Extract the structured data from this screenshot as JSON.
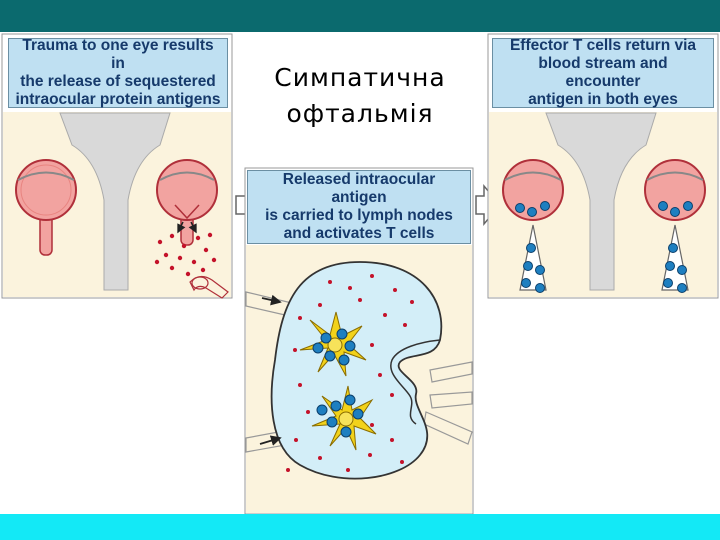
{
  "slide": {
    "title_line1": "Симпатична",
    "title_line2": "офтальмія"
  },
  "panels": {
    "left": {
      "caption_lines": [
        "Trauma to one eye results in",
        "the release of sequestered",
        "intraocular protein antigens"
      ]
    },
    "middle": {
      "caption_lines": [
        "Released intraocular antigen",
        "is carried to lymph nodes",
        "and activates T cells"
      ]
    },
    "right": {
      "caption_lines": [
        "Effector T cells return via",
        "blood stream and encounter",
        "antigen in both eyes"
      ]
    }
  },
  "colors": {
    "top_band": "#0b6a6e",
    "bottom_band": "#13e9f6",
    "caption_bg": "#bfe0f2",
    "caption_text": "#163a6b",
    "tissue": "#fbf3dd",
    "eye": "#f2a3a0",
    "eye_stroke": "#b0303a",
    "antigen": "#c4122a",
    "t_cell": "#1e7fc0",
    "dendritic_cell": "#f2d21a",
    "lymph_node": "#d3eef8"
  }
}
